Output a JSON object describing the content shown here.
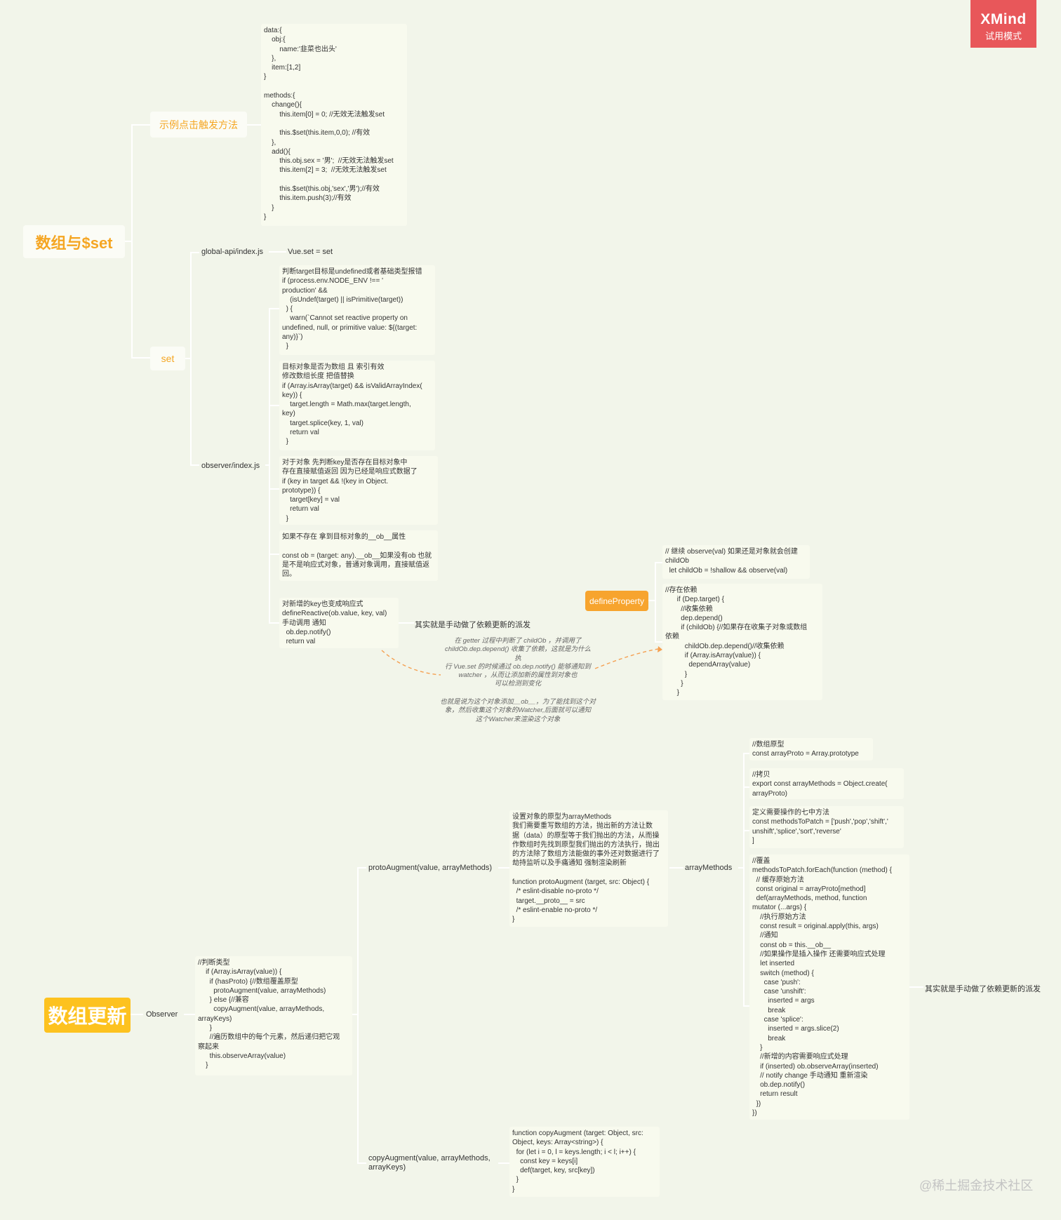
{
  "badge": {
    "title": "XMind",
    "subtitle": "试用模式"
  },
  "watermark": "@稀土掘金技术社区",
  "set_map": {
    "root": "数组与$set",
    "branch_example": "示例点击触发方法",
    "example_code": "data:{\n    obj:{\n        name:'韭菜也出头'\n    },\n    item:[1,2]\n}\n\nmethods:{\n    change(){\n        this.item[0] = 0; //无效无法触发set\n\n        this.$set(this.item,0,0); //有效\n    },\n    add(){\n        this.obj.sex = '男';  //无效无法触发set\n        this.item[2] = 3;  //无效无法触发set\n\n        this.$set(this.obj,'sex','男');//有效\n        this.item.push(3);//有效\n    }\n}",
    "branch_set": "set",
    "global_api": "global-api/index.js",
    "vue_set": "Vue.set = set",
    "observer_file": "observer/index.js",
    "code1": "判断target目标是undefined或者基础类型报错\nif (process.env.NODE_ENV !== '\nproduction' &&\n    (isUndef(target) || isPrimitive(target))\n  ) {\n    warn(`Cannot set reactive property on\nundefined, null, or primitive value: ${(target:\nany)}`)\n  }",
    "code2": "目标对象是否为数组 且 索引有效\n修改数组长度 把值替换\nif (Array.isArray(target) && isValidArrayIndex(\nkey)) {\n    target.length = Math.max(target.length,\nkey)\n    target.splice(key, 1, val)\n    return val\n  }",
    "code3": "对于对象 先判断key是否存在目标对象中\n存在直接赋值返回 因为已经是响应式数据了\nif (key in target && !(key in Object.\nprototype)) {\n    target[key] = val\n    return val\n  }",
    "code4": "如果不存在 拿到目标对象的__ob__属性\n\nconst ob = (target: any).__ob__如果没有ob 也就\n是不是响应式对象，普通对象调用，直接赋值返\n回。",
    "code5": "对新增的key也变成响应式\ndefineReactive(ob.value, key, val)\n手动调用 通知\n  ob.dep.notify()\n  return val",
    "manual_dispatch": "其实就是手动做了依赖更新的派发",
    "note1": "在 getter 过程中判断了 childOb ，并调用了\nchildOb.dep.depend() 收集了依赖，这就是为什么\n执\n行 Vue.set 的时候通过 ob.dep.notify() 能够通知到\nwatcher ，从而让添加新的属性到对象也\n可以检测到变化",
    "note2": "也就是说为这个对象添加__ob__，为了能找到这个对\n象，然后收集这个对象的Watcher,后面就可以通知\n这个Watcher来渲染这个对象",
    "define_property": "defineProperty",
    "dp_code1": "// 继续 observe(val) 如果还是对象就会创建\nchildOb\n  let childOb = !shallow && observe(val)",
    "dp_code2": "//存在依赖\n      if (Dep.target) {\n        //收集依赖\n        dep.depend()\n        if (childOb) {//如果存在收集子对象或数组\n依赖\n          childOb.dep.depend()//收集依赖\n          if (Array.isArray(value)) {\n            dependArray(value)\n          }\n        }\n      }"
  },
  "array_map": {
    "root": "数组更新",
    "observer": "Observer",
    "observer_code": "//判断类型\n    if (Array.isArray(value)) {\n      if (hasProto) {//数组覆盖原型\n        protoAugment(value, arrayMethods)\n      } else {//兼容\n        copyAugment(value, arrayMethods,\narrayKeys)\n      }\n      //遍历数组中的每个元素，然后递归把它观\n察起来\n      this.observeArray(value)\n    }",
    "proto_augment": "protoAugment(value, arrayMethods)",
    "proto_code": "设置对象的原型为arrayMethods\n我们需要重写数组的方法，抛出新的方法让数\n据（data）的原型等于我们抛出的方法，从而操\n作数组时先找到原型我们抛出的方法执行，抛出\n的方法除了数组方法能做的事外还对数据进行了\n劫持监听以及手痛通知 强制渲染刷新\n\nfunction protoAugment (target, src: Object) {\n  /* eslint-disable no-proto */\n  target.__proto__ = src\n  /* eslint-enable no-proto */\n}",
    "array_methods": "arrayMethods",
    "am_code1": "//数组原型\nconst arrayProto = Array.prototype",
    "am_code2": "//拷贝\nexport const arrayMethods = Object.create(\narrayProto)",
    "am_code3": "定义需要操作的七中方法\nconst methodsToPatch = ['push','pop','shift','\nunshift','splice','sort','reverse'\n]",
    "am_code4": "//覆盖\nmethodsToPatch.forEach(function (method) {\n  // 缓存原始方法\n  const original = arrayProto[method]\n  def(arrayMethods, method, function\nmutator (...args) {\n    //执行原始方法\n    const result = original.apply(this, args)\n    //通知\n    const ob = this.__ob__\n    //如果操作是插入操作 还需要响应式处理\n    let inserted\n    switch (method) {\n      case 'push':\n      case 'unshift':\n        inserted = args\n        break\n      case 'splice':\n        inserted = args.slice(2)\n        break\n    }\n    //新增的内容需要响应式处理\n    if (inserted) ob.observeArray(inserted)\n    // notify change 手动通知 重新渲染\n    ob.dep.notify()\n    return result\n  })\n})",
    "manual_dispatch": "其实就是手动做了依赖更新的派发",
    "copy_augment": "copyAugment(value, arrayMethods,\narrayKeys)",
    "copy_code": "function copyAugment (target: Object, src:\nObject, keys: Array<string>) {\n  for (let i = 0, l = keys.length; i < l; i++) {\n    const key = keys[i]\n    def(target, key, src[key])\n  }\n}"
  }
}
